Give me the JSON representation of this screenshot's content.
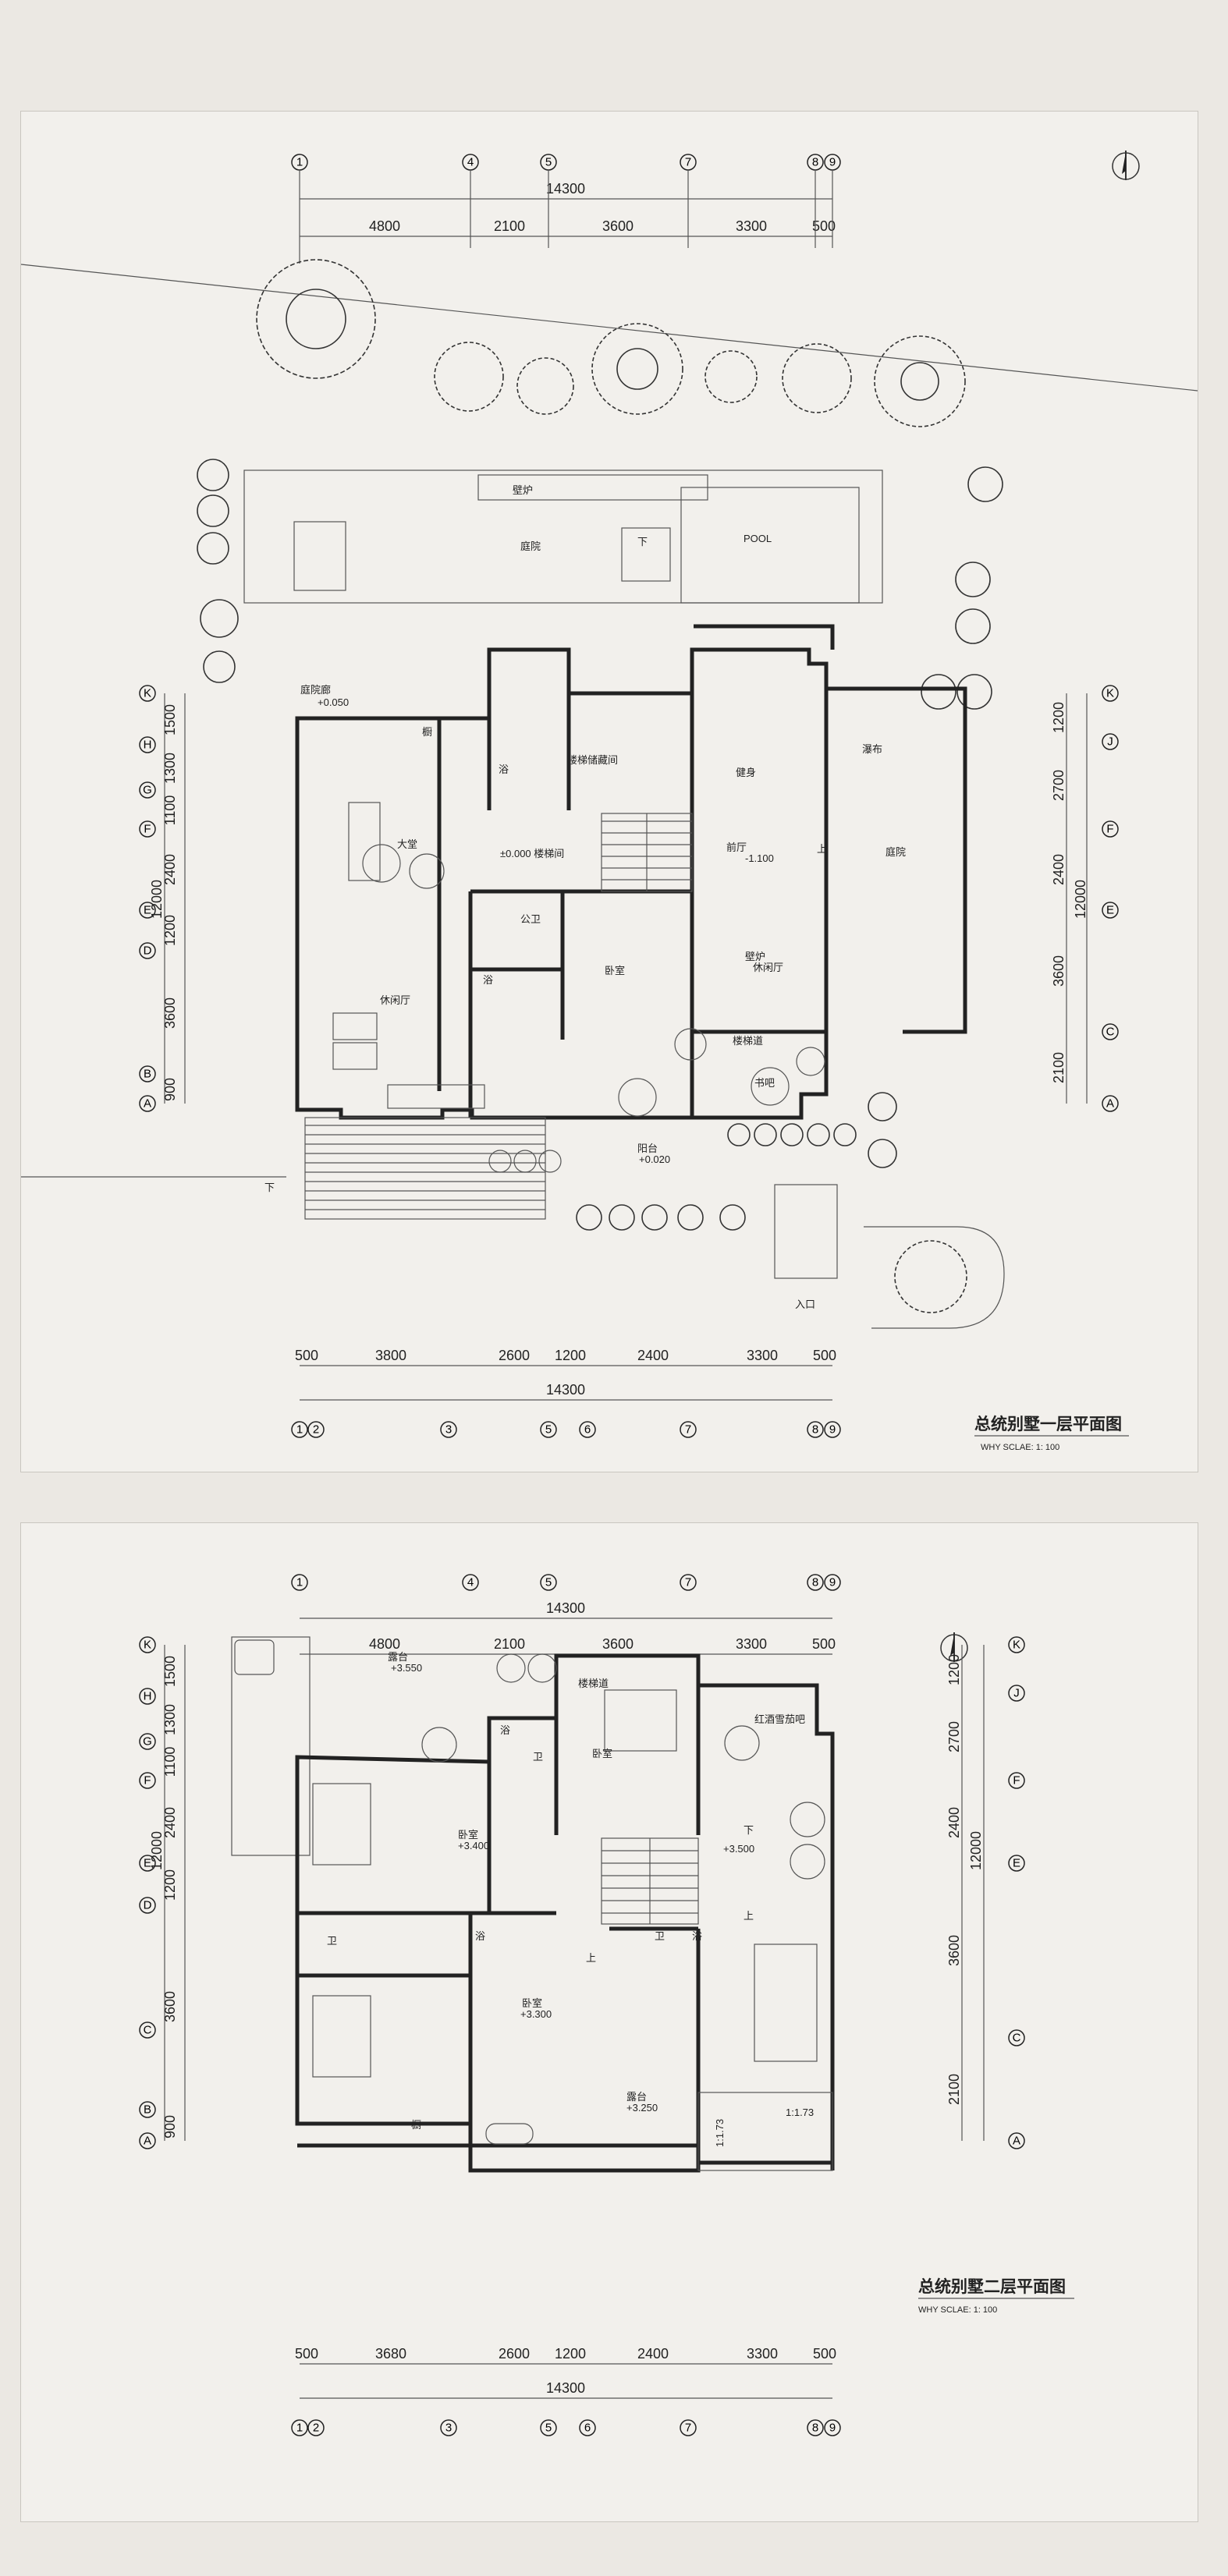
{
  "plan1": {
    "title": "总统别墅一层平面图",
    "subtitle": "WHY   SCLAE: 1: 100",
    "total_top": "14300",
    "top_dims": [
      "4800",
      "2100",
      "3600",
      "3300",
      "500"
    ],
    "total_bottom": "14300",
    "bottom_dims": [
      "500",
      "3800",
      "2600",
      "1200",
      "2400",
      "3300",
      "500"
    ],
    "axes_top": [
      "1",
      "4",
      "5",
      "7",
      "8",
      "9"
    ],
    "axes_bottom": [
      "1",
      "2",
      "3",
      "5",
      "6",
      "7",
      "8",
      "9"
    ],
    "axes_left": [
      "K",
      "H",
      "G",
      "F",
      "E",
      "D",
      "B",
      "A"
    ],
    "axes_right": [
      "K",
      "J",
      "F",
      "E",
      "C",
      "A"
    ],
    "left_dims": [
      "1500",
      "1300",
      "1100",
      "2400",
      "1200",
      "3600",
      "900"
    ],
    "left_total": "12000",
    "right_dims": [
      "1200",
      "2700",
      "2400",
      "3600",
      "2100"
    ],
    "right_total": "12000",
    "rooms": {
      "fireplace": "壁炉",
      "courtyard": "庭院",
      "pool": "POOL",
      "gallery": "庭院廊",
      "gallery_elev": "+0.050",
      "cabinet": "橱",
      "hall": "大堂",
      "hall_elev": "±0.000  楼梯间",
      "lounge": "休闲厅",
      "stair_store": "楼梯储藏间",
      "gym": "健身",
      "waterfall": "瀑布",
      "courtyard_right": "庭院",
      "hall_right": "前厅",
      "hall_right_elev": "-1.100",
      "lounge_right": "休闲厅",
      "powder": "公卫",
      "bedroom": "卧室",
      "bath": "浴",
      "stair_store2": "楼梯道",
      "bar": "书吧",
      "terrace": "阳台",
      "terrace_elev": "+0.020",
      "entrance": "入口",
      "down": "下",
      "up": "上",
      "fireplace2": "壁炉"
    }
  },
  "plan2": {
    "title": "总统别墅二层平面图",
    "subtitle": "WHY   SCLAE: 1: 100",
    "total_top": "14300",
    "top_dims": [
      "4800",
      "2100",
      "3600",
      "3300",
      "500"
    ],
    "total_bottom": "14300",
    "bottom_dims": [
      "500",
      "3680",
      "2600",
      "1200",
      "2400",
      "3300",
      "500"
    ],
    "axes_top": [
      "1",
      "4",
      "5",
      "7",
      "8",
      "9"
    ],
    "axes_bottom": [
      "1",
      "2",
      "3",
      "5",
      "6",
      "7",
      "8",
      "9"
    ],
    "axes_left": [
      "K",
      "H",
      "G",
      "F",
      "E",
      "D",
      "C",
      "B",
      "A"
    ],
    "axes_right": [
      "K",
      "J",
      "F",
      "E",
      "C",
      "A"
    ],
    "left_dims": [
      "1500",
      "1300",
      "1100",
      "2400",
      "1200",
      "3600",
      "900"
    ],
    "left_total": "12000",
    "right_dims": [
      "1200",
      "2700",
      "2400",
      "3600",
      "2100"
    ],
    "right_total": "12000",
    "slope": "1:1.73",
    "rooms": {
      "terrace_top": "露台",
      "terrace_top_elev": "+3.550",
      "bath": "浴",
      "wc": "卫",
      "bedroom1": "卧室",
      "bedroom1_elev": "+3.400",
      "stair": "楼梯道",
      "bedroom2": "卧室",
      "wine": "红酒雪茄吧",
      "elev_mid": "+3.500",
      "bedroom3": "卧室",
      "bedroom3_elev": "+3.300",
      "terrace_bottom": "露台",
      "terrace_bottom_elev": "+3.250",
      "cabinet": "橱",
      "down": "下",
      "up": "上"
    }
  }
}
